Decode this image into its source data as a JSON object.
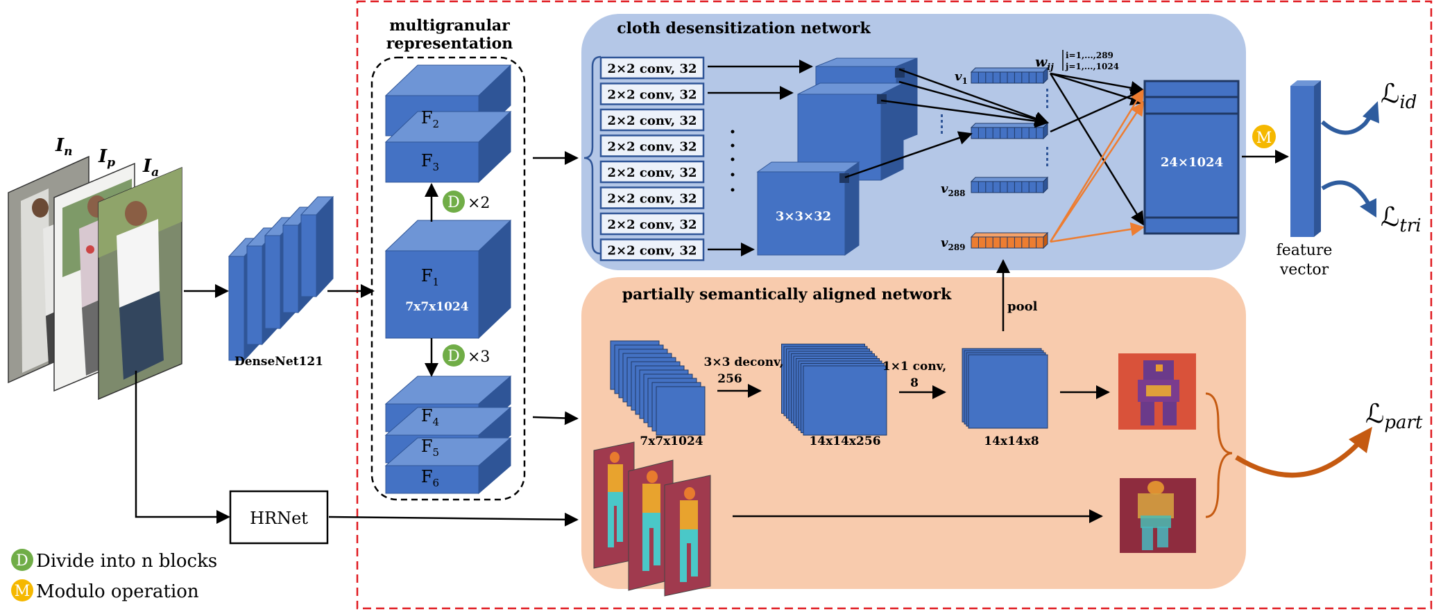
{
  "inputs": {
    "labels": [
      {
        "main": "I",
        "sub": "n"
      },
      {
        "main": "I",
        "sub": "p"
      },
      {
        "main": "I",
        "sub": "a"
      }
    ]
  },
  "backbone": {
    "label": "DenseNet121"
  },
  "hrnet": {
    "label": "HRNet"
  },
  "multigranular": {
    "title_line1": "multigranular",
    "title_line2": "representation",
    "f2": {
      "main": "F",
      "sub": "2"
    },
    "f3": {
      "main": "F",
      "sub": "3"
    },
    "f1": {
      "main": "F",
      "sub": "1"
    },
    "f1_dims": "7x7x1024",
    "f4": {
      "main": "F",
      "sub": "4"
    },
    "f5": {
      "main": "F",
      "sub": "5"
    },
    "f6": {
      "main": "F",
      "sub": "6"
    },
    "divide_up": {
      "badge": "D",
      "text": "×2"
    },
    "divide_down": {
      "badge": "D",
      "text": "×3"
    }
  },
  "cloth_network": {
    "title": "cloth desensitization network",
    "conv_label": "2×2 conv, 32",
    "conv_count": 8,
    "block_label": "3×3×32",
    "v1": {
      "main": "v",
      "sub": "1"
    },
    "v288": {
      "main": "v",
      "sub": "288"
    },
    "v289": {
      "main": "v",
      "sub": "289"
    },
    "weight": {
      "main": "w",
      "sub": "ij",
      "sup1": "i=1,...,289",
      "sup2": "j=1,...,1024"
    },
    "output_label": "24×1024"
  },
  "part_network": {
    "title": "partially semantically aligned network",
    "stack1_label": "7x7x1024",
    "deconv_line1": "3×3 deconv,",
    "deconv_line2": "256",
    "stack2_label": "14x14x256",
    "conv_line1": "1×1 conv,",
    "conv_line2": "8",
    "stack3_label": "14x14x8",
    "pool_label": "pool"
  },
  "output": {
    "modulo_badge": "M",
    "feature_line1": "feature",
    "feature_line2": "vector",
    "loss_id": {
      "main": "ℒ",
      "sub": "id"
    },
    "loss_tri": {
      "main": "ℒ",
      "sub": "tri"
    },
    "loss_part": {
      "main": "ℒ",
      "sub": "part"
    }
  },
  "legend": {
    "divide": {
      "badge": "D",
      "text": "Divide into n blocks"
    },
    "modulo": {
      "badge": "M",
      "text": "Modulo operation"
    }
  },
  "colors": {
    "block_front": "#4472C4",
    "block_top": "#6E95D6",
    "block_side": "#2F5597",
    "cloth_bg": "#B4C7E7",
    "part_bg": "#F8CBAD",
    "orange": "#ED7D31",
    "green_badge": "#70AD47",
    "yellow_badge": "#F5B800",
    "red_dash": "#E0191F",
    "loss_blue": "#2E5C9E",
    "loss_orange": "#C55A11"
  }
}
